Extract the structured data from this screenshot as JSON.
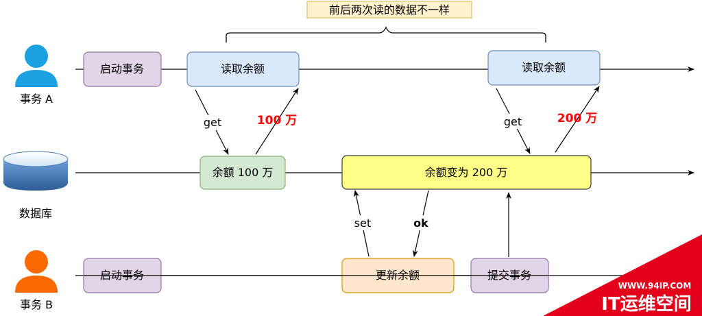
{
  "title": "前后两次读的数据不一样",
  "actors": {
    "tx_a": "事务 A",
    "db": "数据库",
    "tx_b": "事务 B"
  },
  "boxes": {
    "a_start": "启动事务",
    "a_read1": "读取余额",
    "a_read2": "读取余额",
    "db_balance1": "余额 100 万",
    "db_balance2": "余额变为 200 万",
    "b_start": "启动事务",
    "b_update": "更新余额",
    "b_commit": "提交事务"
  },
  "labels": {
    "get1": "get",
    "value1": "100 万",
    "get2": "get",
    "value2": "200 万",
    "set": "set",
    "ok": "ok"
  },
  "watermark": {
    "url": "WWW.94IP.COM",
    "name": "IT运维空间"
  },
  "colors": {
    "purple_fill": "#e1d5e7",
    "purple_stroke": "#9673a6",
    "blue_fill": "#dae8fc",
    "blue_stroke": "#6c8ebf",
    "green_fill": "#d5e8d4",
    "green_stroke": "#82b366",
    "yellow_fill": "#ffff88",
    "yellow_stroke": "#36393d",
    "orange_fill": "#ffe6cc",
    "orange_stroke": "#d79b00",
    "value_red": "#ff0000",
    "title_fill": "#fff2cc",
    "title_stroke": "#d6b656",
    "person_blue": "#1ba1e2",
    "person_orange": "#fa6800",
    "db_blue": "#3c6ea8",
    "watermark_red": "#e3001b"
  }
}
